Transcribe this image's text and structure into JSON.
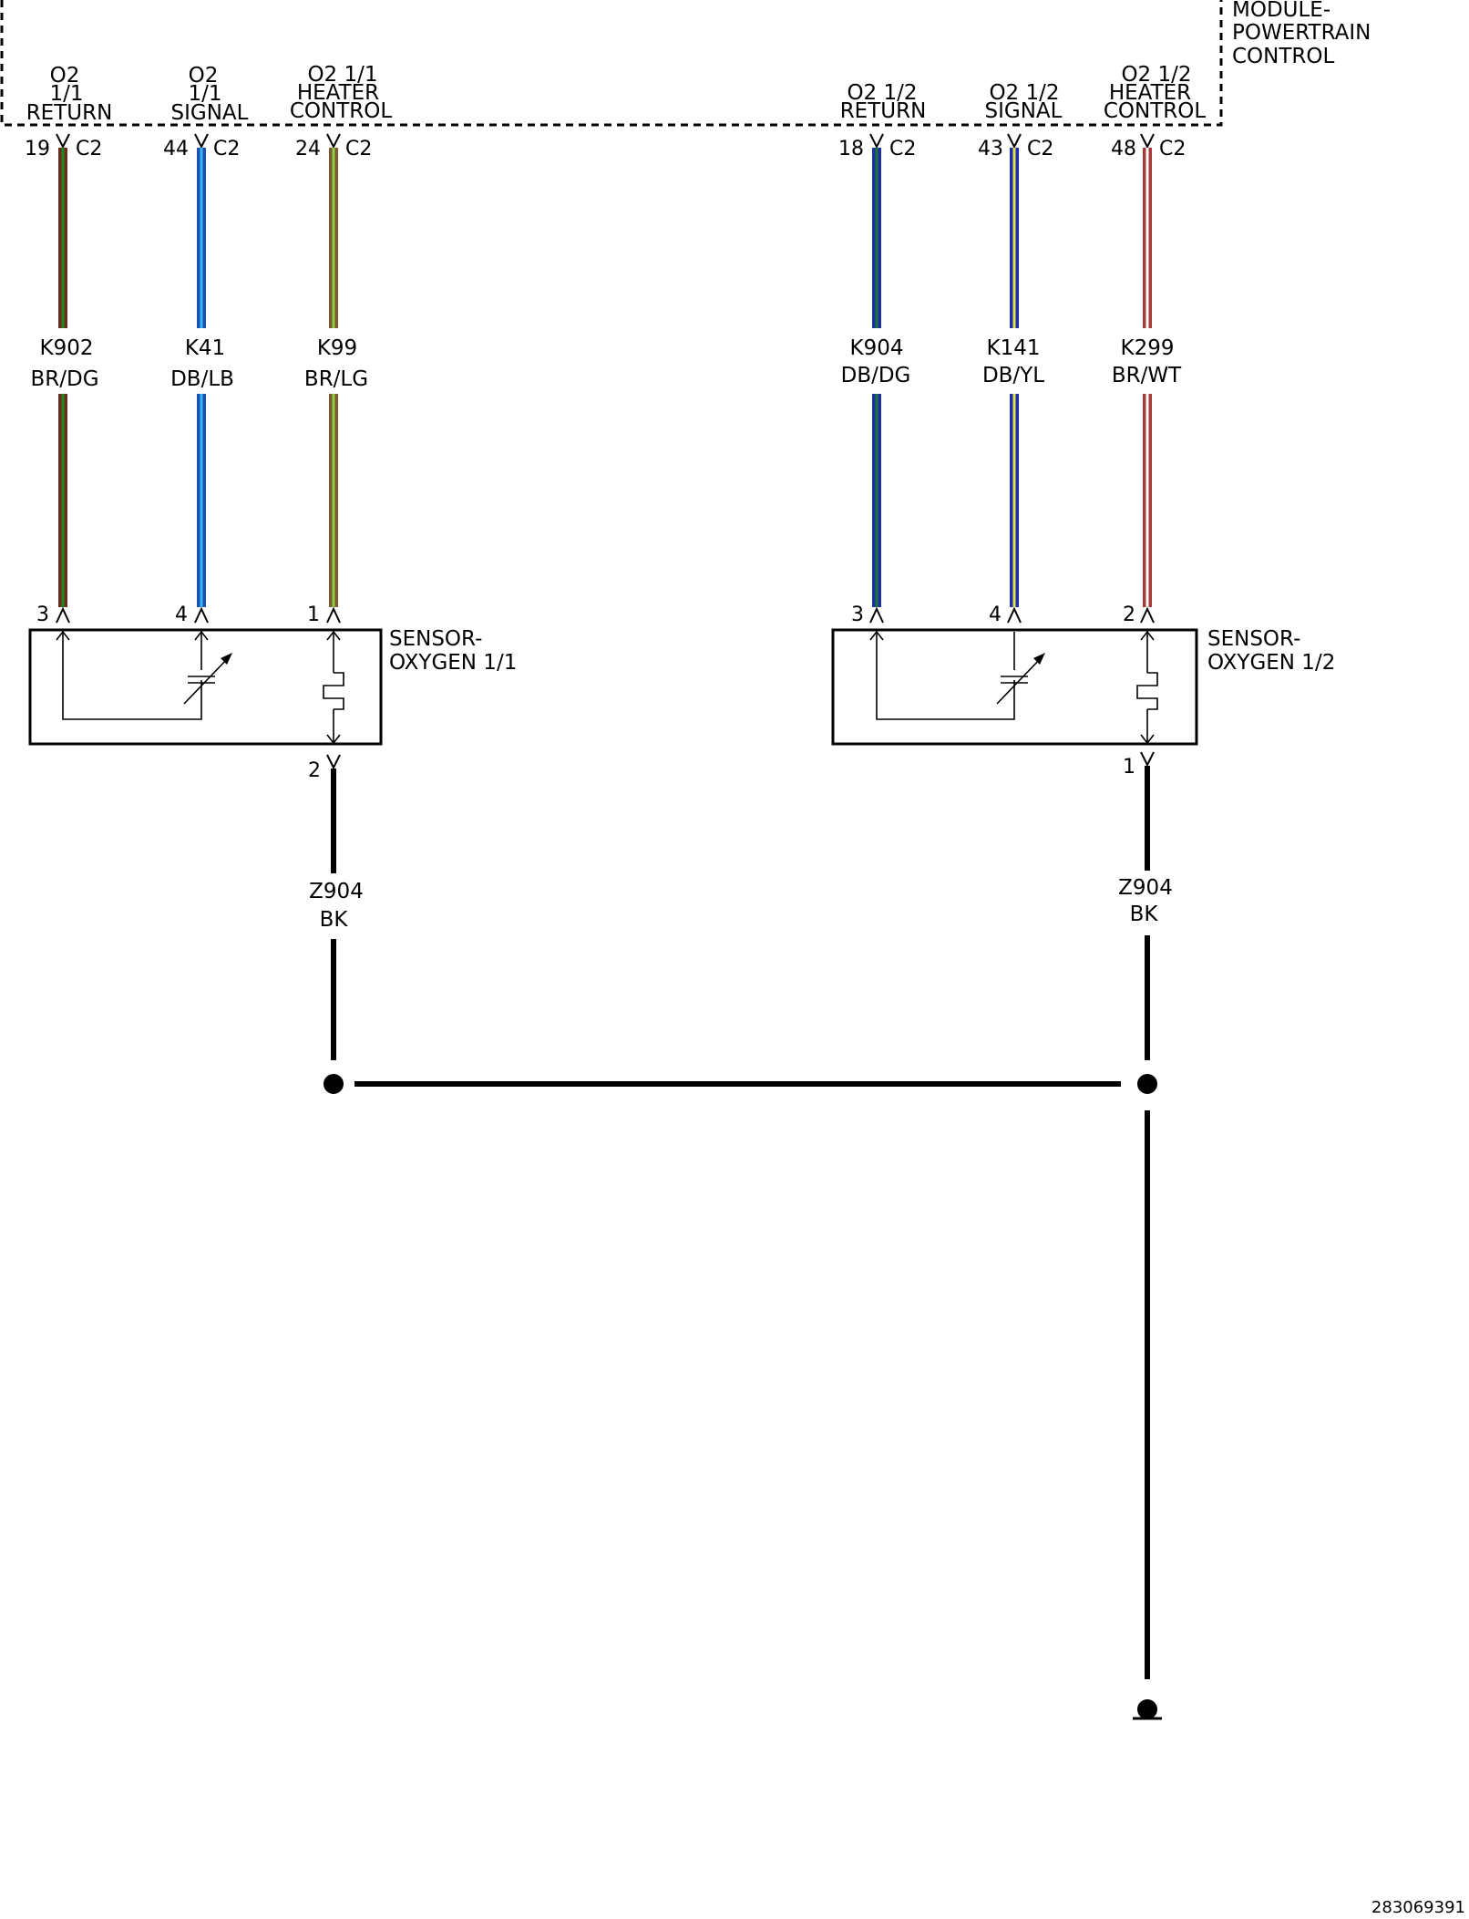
{
  "module": {
    "name_line1": "MODULE-",
    "name_line2": "POWERTRAIN",
    "name_line3": "CONTROL",
    "terminals": [
      {
        "l1": "O2",
        "l2": "1/1",
        "l3": "RETURN",
        "pin": "19",
        "conn": "C2"
      },
      {
        "l1": "O2",
        "l2": "1/1",
        "l3": "SIGNAL",
        "pin": "44",
        "conn": "C2"
      },
      {
        "l1": "O2 1/1",
        "l2": "HEATER",
        "l3": "CONTROL",
        "pin": "24",
        "conn": "C2"
      },
      {
        "l1": "",
        "l2": "O2 1/2",
        "l3": "RETURN",
        "pin": "18",
        "conn": "C2"
      },
      {
        "l1": "",
        "l2": "O2 1/2",
        "l3": "SIGNAL",
        "pin": "43",
        "conn": "C2"
      },
      {
        "l1": "O2 1/2",
        "l2": "HEATER",
        "l3": "CONTROL",
        "pin": "48",
        "conn": "C2"
      }
    ]
  },
  "wires": [
    {
      "circuit": "K902",
      "color": "BR/DG",
      "base": "#6b2d1f",
      "stripe": "#1a8a1a",
      "sensor_pin": "3"
    },
    {
      "circuit": "K41",
      "color": "DB/LB",
      "base": "#1f4fb5",
      "stripe": "#35b8f0",
      "sensor_pin": "4"
    },
    {
      "circuit": "K99",
      "color": "BR/LG",
      "base": "#7a5a30",
      "stripe": "#8fcf3f",
      "sensor_pin": "1"
    },
    {
      "circuit": "K904",
      "color": "DB/DG",
      "base": "#1c2fa8",
      "stripe": "#1a7a2a",
      "sensor_pin": "3"
    },
    {
      "circuit": "K141",
      "color": "DB/YL",
      "base": "#1c2fa8",
      "stripe": "#e8e04a",
      "sensor_pin": "4"
    },
    {
      "circuit": "K299",
      "color": "BR/WT",
      "base": "#a63a3a",
      "stripe": "#ffffff",
      "sensor_pin": "2"
    }
  ],
  "sensors": [
    {
      "name_line1": "SENSOR-",
      "name_line2": "OXYGEN 1/1",
      "ground_pin": "2"
    },
    {
      "name_line1": "SENSOR-",
      "name_line2": "OXYGEN 1/2",
      "ground_pin": "1"
    }
  ],
  "grounds": [
    {
      "circuit": "Z904",
      "color": "BK"
    },
    {
      "circuit": "Z904",
      "color": "BK"
    }
  ],
  "diagram_id": "283069391"
}
